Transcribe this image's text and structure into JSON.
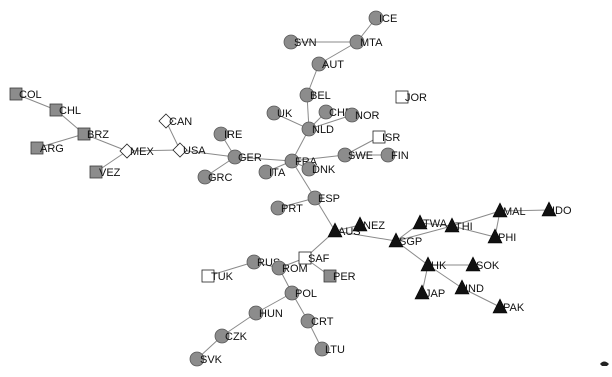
{
  "network": {
    "nodes": [
      {
        "id": "ICE",
        "label": "ICE",
        "shape": "circle"
      },
      {
        "id": "SVN",
        "label": "SVN",
        "shape": "circle"
      },
      {
        "id": "MTA",
        "label": "MTA",
        "shape": "circle"
      },
      {
        "id": "AUT",
        "label": "AUT",
        "shape": "circle"
      },
      {
        "id": "COL",
        "label": "COL",
        "shape": "square-gray"
      },
      {
        "id": "CHL",
        "label": "CHL",
        "shape": "square-gray"
      },
      {
        "id": "BRZ",
        "label": "BRZ",
        "shape": "square-gray"
      },
      {
        "id": "ARG",
        "label": "ARG",
        "shape": "square-gray"
      },
      {
        "id": "VEZ",
        "label": "VEZ",
        "shape": "square-gray"
      },
      {
        "id": "CAN",
        "label": "CAN",
        "shape": "diamond"
      },
      {
        "id": "MEX",
        "label": "MEX",
        "shape": "diamond"
      },
      {
        "id": "USA",
        "label": "USA",
        "shape": "diamond"
      },
      {
        "id": "BEL",
        "label": "BEL",
        "shape": "circle"
      },
      {
        "id": "JOR",
        "label": "JOR",
        "shape": "square-white"
      },
      {
        "id": "UK",
        "label": "UK",
        "shape": "circle"
      },
      {
        "id": "CHF",
        "label": "CHF",
        "shape": "circle"
      },
      {
        "id": "NOR",
        "label": "NOR",
        "shape": "circle"
      },
      {
        "id": "NLD",
        "label": "NLD",
        "shape": "circle"
      },
      {
        "id": "ISR",
        "label": "ISR",
        "shape": "square-white"
      },
      {
        "id": "IRE",
        "label": "IRE",
        "shape": "circle"
      },
      {
        "id": "GER",
        "label": "GER",
        "shape": "circle"
      },
      {
        "id": "FRA",
        "label": "FRA",
        "shape": "circle"
      },
      {
        "id": "SWE",
        "label": "SWE",
        "shape": "circle"
      },
      {
        "id": "FIN",
        "label": "FIN",
        "shape": "circle"
      },
      {
        "id": "ITA",
        "label": "ITA",
        "shape": "circle"
      },
      {
        "id": "DNK",
        "label": "DNK",
        "shape": "circle"
      },
      {
        "id": "GRC",
        "label": "GRC",
        "shape": "circle"
      },
      {
        "id": "ESP",
        "label": "ESP",
        "shape": "circle"
      },
      {
        "id": "PRT",
        "label": "PRT",
        "shape": "circle"
      },
      {
        "id": "TWA",
        "label": "TWA",
        "shape": "triangle"
      },
      {
        "id": "MAL",
        "label": "MAL",
        "shape": "triangle"
      },
      {
        "id": "IDO",
        "label": "IDO",
        "shape": "triangle"
      },
      {
        "id": "AUS",
        "label": "AUS",
        "shape": "triangle"
      },
      {
        "id": "NEZ",
        "label": "NEZ",
        "shape": "triangle"
      },
      {
        "id": "THI",
        "label": "THI",
        "shape": "triangle"
      },
      {
        "id": "SGP",
        "label": "SGP",
        "shape": "triangle"
      },
      {
        "id": "PHI",
        "label": "PHI",
        "shape": "triangle"
      },
      {
        "id": "SAF",
        "label": "SAF",
        "shape": "square-white"
      },
      {
        "id": "RUS",
        "label": "RUS",
        "shape": "circle"
      },
      {
        "id": "ROM",
        "label": "ROM",
        "shape": "circle"
      },
      {
        "id": "HK",
        "label": "HK",
        "shape": "triangle"
      },
      {
        "id": "SOK",
        "label": "SOK",
        "shape": "triangle"
      },
      {
        "id": "TUK",
        "label": "TUK",
        "shape": "square-white"
      },
      {
        "id": "PER",
        "label": "PER",
        "shape": "square-gray"
      },
      {
        "id": "POL",
        "label": "POL",
        "shape": "circle"
      },
      {
        "id": "IND",
        "label": "IND",
        "shape": "triangle"
      },
      {
        "id": "JAP",
        "label": "JAP",
        "shape": "triangle"
      },
      {
        "id": "PAK",
        "label": "PAK",
        "shape": "triangle"
      },
      {
        "id": "HUN",
        "label": "HUN",
        "shape": "circle"
      },
      {
        "id": "CRT",
        "label": "CRT",
        "shape": "circle"
      },
      {
        "id": "CZK",
        "label": "CZK",
        "shape": "circle"
      },
      {
        "id": "LTU",
        "label": "LTU",
        "shape": "circle"
      },
      {
        "id": "SVK",
        "label": "SVK",
        "shape": "circle"
      }
    ],
    "edges": [
      [
        "ICE",
        "MTA"
      ],
      [
        "SVN",
        "MTA"
      ],
      [
        "MTA",
        "AUT"
      ],
      [
        "AUT",
        "BEL"
      ],
      [
        "BEL",
        "NLD"
      ],
      [
        "UK",
        "NLD"
      ],
      [
        "CHF",
        "NLD"
      ],
      [
        "NOR",
        "NLD"
      ],
      [
        "NLD",
        "FRA"
      ],
      [
        "COL",
        "CHL"
      ],
      [
        "CHL",
        "BRZ"
      ],
      [
        "ARG",
        "BRZ"
      ],
      [
        "BRZ",
        "MEX"
      ],
      [
        "VEZ",
        "MEX"
      ],
      [
        "MEX",
        "USA"
      ],
      [
        "CAN",
        "USA"
      ],
      [
        "USA",
        "GER"
      ],
      [
        "IRE",
        "GER"
      ],
      [
        "GRC",
        "GER"
      ],
      [
        "GER",
        "FRA"
      ],
      [
        "ITA",
        "FRA"
      ],
      [
        "DNK",
        "FRA"
      ],
      [
        "FRA",
        "SWE"
      ],
      [
        "SWE",
        "ISR"
      ],
      [
        "SWE",
        "FIN"
      ],
      [
        "FRA",
        "ESP"
      ],
      [
        "ESP",
        "PRT"
      ],
      [
        "ESP",
        "AUS"
      ],
      [
        "AUS",
        "NEZ"
      ],
      [
        "AUS",
        "SGP"
      ],
      [
        "SGP",
        "TWA"
      ],
      [
        "SGP",
        "THI"
      ],
      [
        "TWA",
        "THI"
      ],
      [
        "THI",
        "MAL"
      ],
      [
        "THI",
        "PHI"
      ],
      [
        "MAL",
        "IDO"
      ],
      [
        "MAL",
        "PHI"
      ],
      [
        "SGP",
        "HK"
      ],
      [
        "HK",
        "SOK"
      ],
      [
        "HK",
        "IND"
      ],
      [
        "HK",
        "JAP"
      ],
      [
        "IND",
        "PAK"
      ],
      [
        "AUS",
        "SAF"
      ],
      [
        "SAF",
        "ROM"
      ],
      [
        "SAF",
        "PER"
      ],
      [
        "RUS",
        "ROM"
      ],
      [
        "RUS",
        "TUK"
      ],
      [
        "ROM",
        "POL"
      ],
      [
        "POL",
        "HUN"
      ],
      [
        "POL",
        "CRT"
      ],
      [
        "HUN",
        "CZK"
      ],
      [
        "CZK",
        "SVK"
      ],
      [
        "CRT",
        "LTU"
      ]
    ]
  }
}
